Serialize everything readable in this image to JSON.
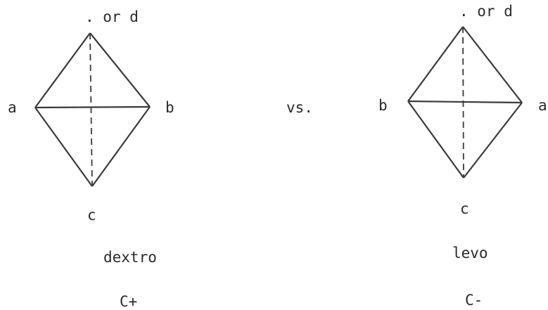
{
  "left_diagram": {
    "top_label": ". or d",
    "left_label": "a",
    "right_label": "b",
    "bottom_label": "c",
    "caption": "dextro",
    "sign": "C+"
  },
  "separator": "vs.",
  "right_diagram": {
    "top_label": ". or d",
    "left_label": "b",
    "right_label": "a",
    "bottom_label": "c",
    "caption": "levo",
    "sign": "C-"
  },
  "colors": {
    "line": "#3a3a3a",
    "text": "#2a2a2a",
    "background": "#ffffff"
  }
}
